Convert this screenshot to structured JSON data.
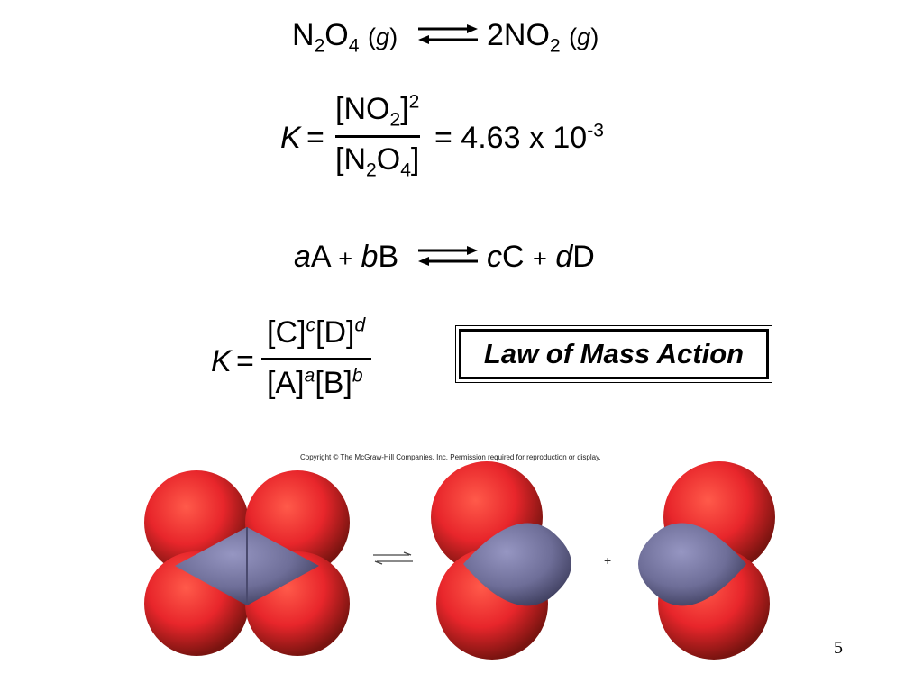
{
  "reaction1": {
    "reactant": {
      "a": "N",
      "b": "2",
      "c": "O",
      "d": "4",
      "state": "g"
    },
    "product": {
      "coef": "2NO",
      "sub": "2",
      "state": "g"
    }
  },
  "k1": {
    "K": "K",
    "eq": "=",
    "num": {
      "a": "[NO",
      "sub": "2",
      "b": "]",
      "sup": "2"
    },
    "den": {
      "a": "[N",
      "sub1": "2",
      "b": "O",
      "sub2": "4",
      "c": "]"
    },
    "value": "= 4.63 x 10",
    "exp": "-3"
  },
  "reaction2": {
    "a": "a",
    "A": "A",
    "plus1": "+",
    "b": "b",
    "B": "B",
    "c": "c",
    "C": "C",
    "plus2": "+",
    "d": "d",
    "D": "D"
  },
  "k2": {
    "K": "K",
    "eq": "=",
    "num": {
      "p1": "[C]",
      "s1": "c",
      "p2": "[D]",
      "s2": "d"
    },
    "den": {
      "p1": "[A]",
      "s1": "a",
      "p2": "[B]",
      "s2": "b"
    }
  },
  "law_label": "Law of Mass Action",
  "copyright": "Copyright © The McGraw-Hill Companies, Inc. Permission required for reproduction or display.",
  "figure": {
    "plus": "+",
    "equilibrium_icon": "equilibrium-arrows-icon"
  },
  "page_number": "5",
  "colors": {
    "oxygen": "#e8262b",
    "nitrogen": "#6e6e98",
    "text": "#000000"
  }
}
